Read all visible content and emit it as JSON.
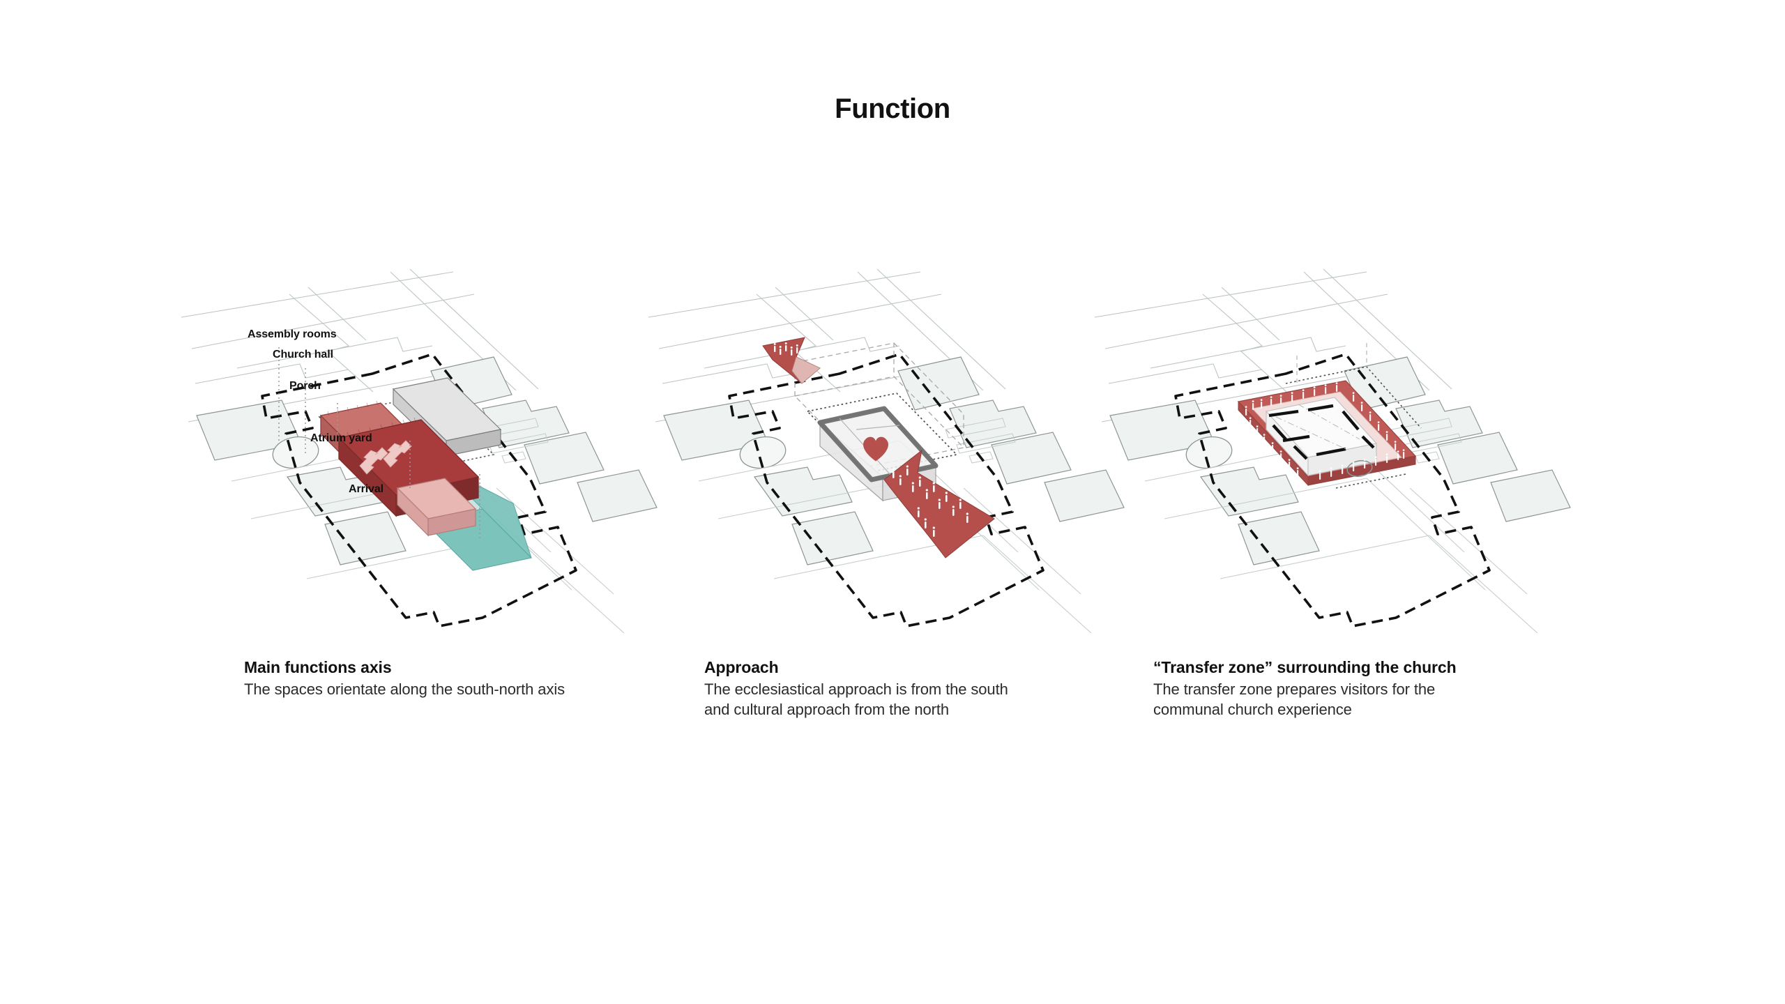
{
  "board": {
    "title": "Function",
    "background_color": "#ffffff"
  },
  "palette": {
    "church_hall_red": "#a83c3c",
    "assembly_red": "#c06a68",
    "porch_gray": "#d8d8d8",
    "atrium_teal": "#cde3e2",
    "arrival_teal": "#7cc3bc",
    "arrow_pink": "#efc9c6",
    "approach_red": "#b54f4c",
    "transfer_red": "#c05a56",
    "courtyard_pink": "#f3dedc",
    "context_fill": "#eef3f2",
    "context_stroke": "#8d9694",
    "site_boundary": "#111111",
    "text_dark": "#111111"
  },
  "panels": [
    {
      "id": "panel-1",
      "caption": {
        "title": "Main functions axis",
        "lines": [
          "The spaces orientate along the south-north axis"
        ]
      },
      "callouts": [
        {
          "label": "Assembly rooms"
        },
        {
          "label": "Church hall"
        },
        {
          "label": "Porch"
        },
        {
          "label": "Atrium yard"
        },
        {
          "label": "Arrival"
        }
      ],
      "zones": [
        {
          "name": "assembly-rooms",
          "color": "#c06a68"
        },
        {
          "name": "church-hall",
          "color": "#a83c3c"
        },
        {
          "name": "porch",
          "color": "#d8d8d8"
        },
        {
          "name": "atrium-yard",
          "color": "#cde3e2"
        },
        {
          "name": "arrival",
          "color": "#7cc3bc"
        }
      ]
    },
    {
      "id": "panel-2",
      "caption": {
        "title": "Approach",
        "lines": [
          "The ecclesiastical approach is from the south",
          "and cultural approach from the north"
        ]
      },
      "annotations": [
        {
          "name": "heart-icon",
          "color": "#b5504c"
        },
        {
          "name": "approach-arrow-south",
          "color": "#b54f4c"
        },
        {
          "name": "approach-arrow-north",
          "color": "#b54f4c"
        }
      ]
    },
    {
      "id": "panel-3",
      "caption": {
        "title": "“Transfer zone” surrounding the church",
        "lines": [
          "The transfer zone prepares visitors for the",
          "communal church experience"
        ]
      },
      "annotations": [
        {
          "name": "transfer-zone-band",
          "color": "#c05a56"
        },
        {
          "name": "inner-courtyard",
          "color": "#f3dedc"
        }
      ]
    }
  ]
}
